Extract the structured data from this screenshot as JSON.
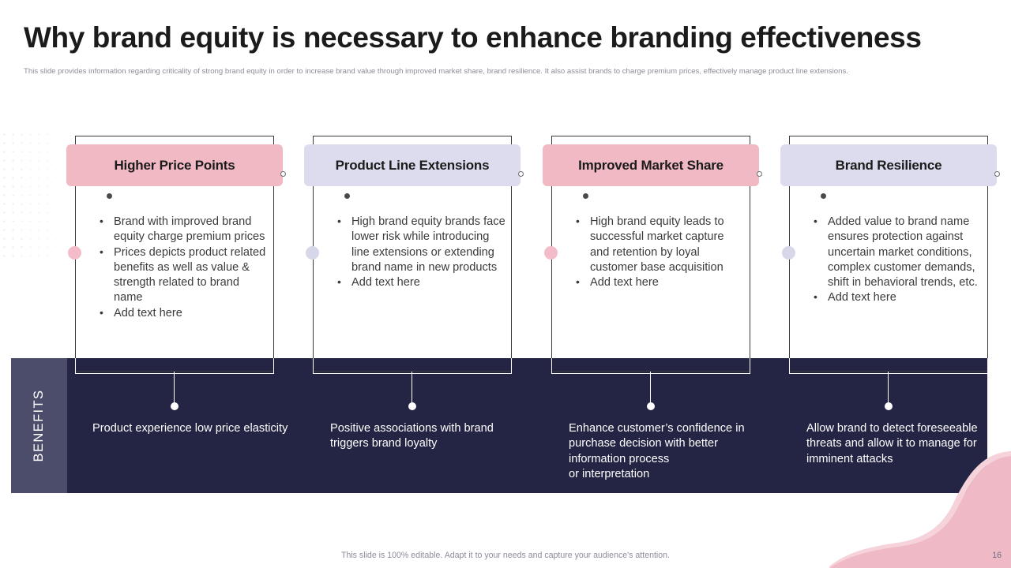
{
  "slide": {
    "title": "Why brand equity is necessary to enhance branding effectiveness",
    "subtitle": "This slide provides information regarding criticality of strong brand equity in order to increase brand value through improved market share, brand resilience. It also assist brands to charge premium prices, effectively manage product line extensions.",
    "footer_note": "This slide is 100% editable. Adapt it to your needs and capture your audience's attention.",
    "page_number": "16"
  },
  "benefits_band": {
    "label": "BENEFITS",
    "band_color": "#242444",
    "label_panel_color": "#4c4c6b"
  },
  "colors": {
    "pink": "#f1b9c4",
    "lavender": "#dcdcee",
    "pink_dot": "#f3bcc8",
    "lavender_dot": "#d7d7ea",
    "dark_navy": "#242444",
    "blob_pink": "#f0b9c6"
  },
  "columns": [
    {
      "title": "Higher Price Points",
      "banner_color": "#f1b9c4",
      "dot_color": "#f3bcc8",
      "bullets": [
        "Brand with improved brand equity charge premium prices",
        "Prices depicts product related benefits as well as value & strength related to brand name",
        "Add text here"
      ],
      "benefit": "Product experience low price elasticity"
    },
    {
      "title": "Product Line Extensions",
      "banner_color": "#dcdcee",
      "dot_color": "#d7d7ea",
      "bullets": [
        "High brand equity brands face lower risk while introducing line extensions or extending brand name in new products",
        "Add text here"
      ],
      "benefit": "Positive associations with brand triggers brand loyalty"
    },
    {
      "title": "Improved Market Share",
      "banner_color": "#f1b9c4",
      "dot_color": "#f3bcc8",
      "bullets": [
        "High brand equity leads to successful market capture and retention by loyal customer base acquisition",
        "Add text here"
      ],
      "benefit": "Enhance customer’s confidence in purchase decision with better information process\nor interpretation"
    },
    {
      "title": "Brand Resilience",
      "banner_color": "#dcdcee",
      "dot_color": "#d7d7ea",
      "bullets": [
        "Added value to brand name ensures protection against uncertain market conditions, complex customer demands, shift in behavioral trends, etc.",
        "Add text here"
      ],
      "benefit": "Allow brand to detect foreseeable threats and allow it to manage for imminent attacks"
    }
  ]
}
